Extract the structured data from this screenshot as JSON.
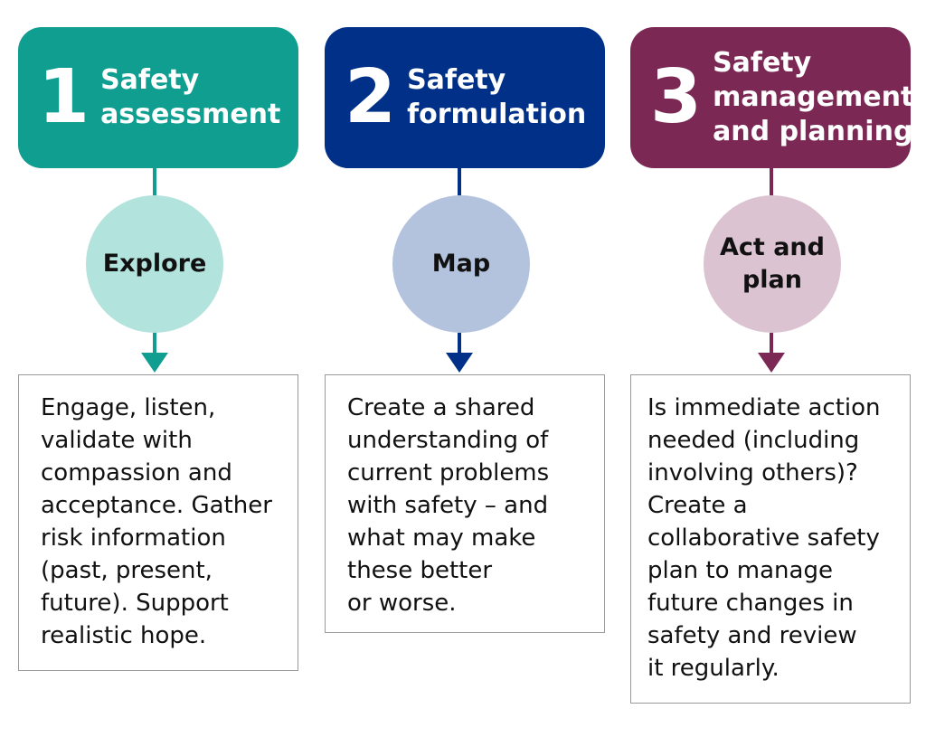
{
  "steps": [
    {
      "number": "1",
      "title": "Safety\nassessment",
      "stage": "Explore",
      "description": "Engage, listen,\nvalidate with\ncompassion and\nacceptance. Gather\nrisk information\n(past, present,\nfuture). Support\nrealistic hope.",
      "colors": {
        "header": "#0f9e8f",
        "circle": "#b3e3dd",
        "line": "#0f9e8f"
      }
    },
    {
      "number": "2",
      "title": "Safety\nformulation",
      "stage": "Map",
      "description": "Create a shared\nunderstanding of\ncurrent problems\nwith safety – and\nwhat may make\nthese better\nor worse.",
      "colors": {
        "header": "#003087",
        "circle": "#b3c2dd",
        "line": "#003087"
      }
    },
    {
      "number": "3",
      "title": "Safety\nmanagement\nand planning",
      "stage": "Act and\nplan",
      "description": "Is immediate action\nneeded (including\ninvolving others)?\nCreate a\ncollaborative safety\nplan to manage\nfuture changes in\nsafety and review\nit regularly.",
      "colors": {
        "header": "#7c2855",
        "circle": "#dcc3d1",
        "line": "#7c2855"
      }
    }
  ]
}
